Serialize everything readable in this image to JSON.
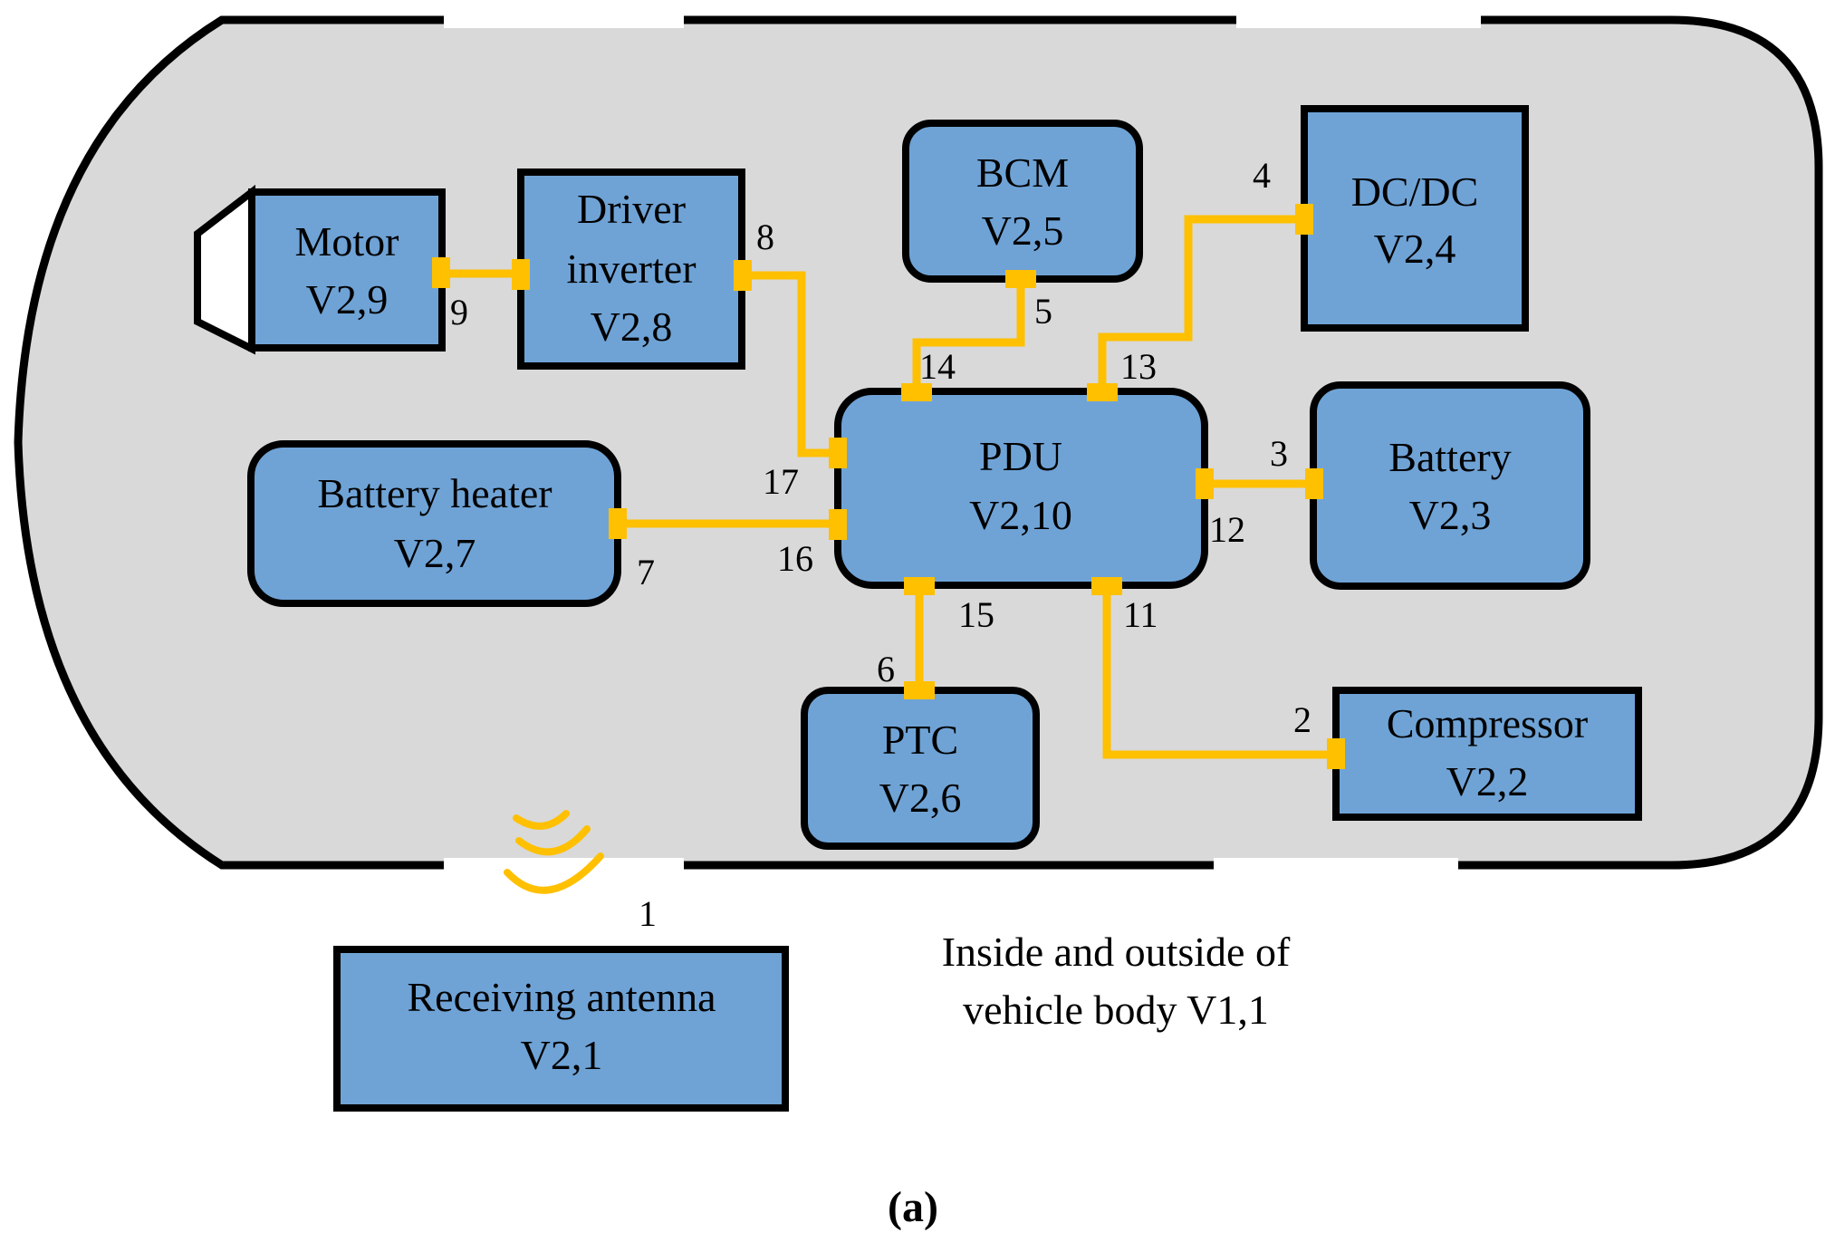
{
  "colors": {
    "body_fill": "#d9d9d9",
    "box_fill": "#6fa3d6",
    "wire": "#ffc000",
    "outline": "#000000"
  },
  "components": {
    "motor": {
      "line1": "Motor",
      "line2": "V2,9"
    },
    "driver": {
      "line1": "Driver",
      "line2": "inverter",
      "line3": "V2,8"
    },
    "bcm": {
      "line1": "BCM",
      "line2": "V2,5"
    },
    "dcdc": {
      "line1": "DC/DC",
      "line2": "V2,4"
    },
    "battery_heater": {
      "line1": "Battery heater",
      "line2": "V2,7"
    },
    "pdu": {
      "line1": "PDU",
      "line2": "V2,10"
    },
    "battery": {
      "line1": "Battery",
      "line2": "V2,3"
    },
    "ptc": {
      "line1": "PTC",
      "line2": "V2,6"
    },
    "compressor": {
      "line1": "Compressor",
      "line2": "V2,2"
    },
    "antenna": {
      "line1": "Receiving antenna",
      "line2": "V2,1"
    }
  },
  "port_numbers": {
    "p1": "1",
    "p2": "2",
    "p3": "3",
    "p4": "4",
    "p5": "5",
    "p6": "6",
    "p7": "7",
    "p8": "8",
    "p9": "9",
    "p11": "11",
    "p12": "12",
    "p13": "13",
    "p14": "14",
    "p15": "15",
    "p16": "16",
    "p17": "17"
  },
  "vehicle_body_label": {
    "line1": "Inside and outside of",
    "line2": "vehicle body V1,1"
  },
  "caption": "(a)",
  "icons": {
    "antenna_signal": "wireless-signal-icon"
  }
}
